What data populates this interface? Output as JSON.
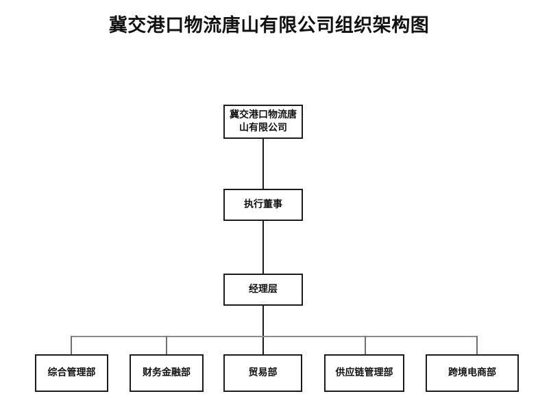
{
  "chart_data": {
    "type": "diagram",
    "diagram_kind": "org-chart",
    "title": "冀交港口物流唐山有限公司组织架构图",
    "orientation": "top-down",
    "levels": 4,
    "nodes": [
      {
        "id": "company",
        "label": "冀交港口物流唐\n山有限公司",
        "level": 0
      },
      {
        "id": "executive-director",
        "label": "执行董事",
        "level": 1
      },
      {
        "id": "management",
        "label": "经理层",
        "level": 2
      },
      {
        "id": "dept-general-admin",
        "label": "综合管理部",
        "level": 3
      },
      {
        "id": "dept-finance",
        "label": "财务金融部",
        "level": 3
      },
      {
        "id": "dept-trade",
        "label": "贸易部",
        "level": 3
      },
      {
        "id": "dept-supply-chain",
        "label": "供应链管理部",
        "level": 3
      },
      {
        "id": "dept-cross-border-ecommerce",
        "label": "跨境电商部",
        "level": 3
      }
    ],
    "edges": [
      {
        "from": "company",
        "to": "executive-director"
      },
      {
        "from": "executive-director",
        "to": "management"
      },
      {
        "from": "management",
        "to": "dept-general-admin"
      },
      {
        "from": "management",
        "to": "dept-finance"
      },
      {
        "from": "management",
        "to": "dept-trade"
      },
      {
        "from": "management",
        "to": "dept-supply-chain"
      },
      {
        "from": "management",
        "to": "dept-cross-border-ecommerce"
      }
    ],
    "colors": {
      "background": "#ffffff",
      "box_border": "#1a1a1a",
      "box_fill": "#ffffff",
      "text": "#111111",
      "connector": "#1a1a1a",
      "distribution_bar": "#8a8a8a"
    }
  }
}
